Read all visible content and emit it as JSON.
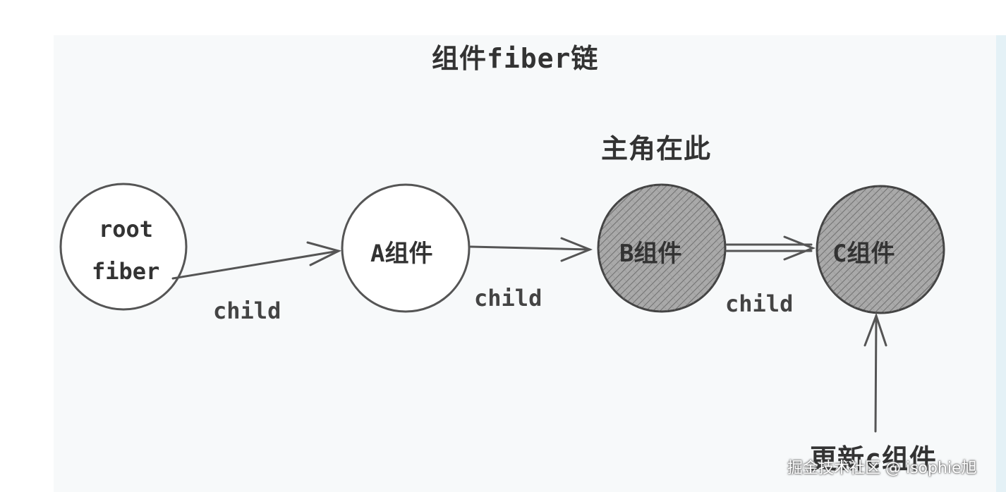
{
  "diagram": {
    "title": "组件fiber链",
    "protagonist_label": "主角在此",
    "nodes": {
      "root_line1": "root",
      "root_line2": "fiber",
      "a": "A组件",
      "b": "B组件",
      "c": "C组件"
    },
    "edge_label": "child",
    "update_label": "更新c组件",
    "watermark": "掘金技术社区 @ isophie旭"
  },
  "colors": {
    "stroke": "#555555",
    "hatched_fill": "#9a9a9a",
    "text": "#333333"
  }
}
